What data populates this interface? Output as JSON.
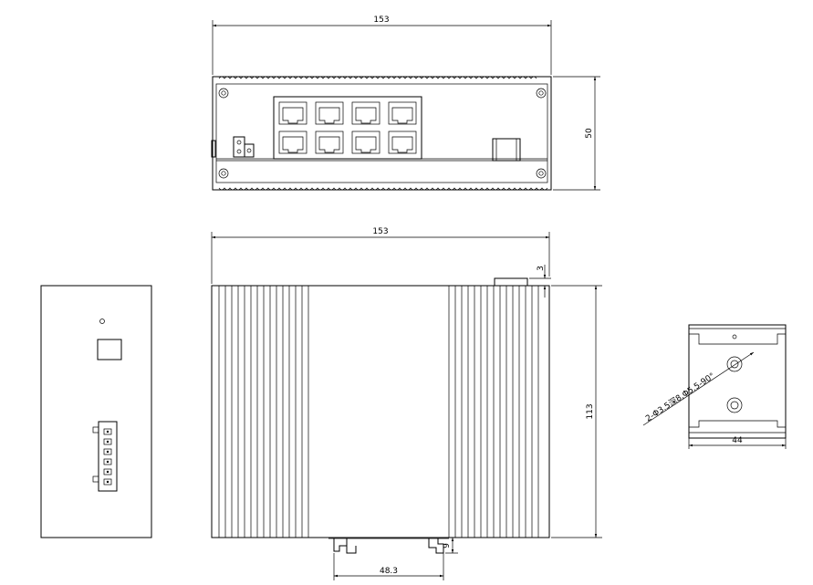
{
  "top_view": {
    "width_label": "153",
    "height_label": "50"
  },
  "front_view": {
    "width_label": "153",
    "offset_label": "3",
    "height_label": "113",
    "rail_width_label": "48.3",
    "rail_height_label": "9"
  },
  "din_bracket": {
    "width_label": "44",
    "hole_note": "2-Φ3.5深8,Φ5.5-90°"
  }
}
